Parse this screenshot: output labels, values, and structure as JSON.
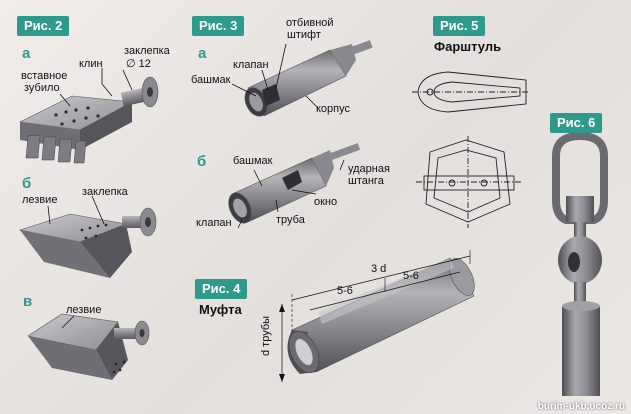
{
  "fig2": {
    "label": "Рис. 2",
    "a": "а",
    "b": "б",
    "v": "в",
    "vstavnoe": "вставное",
    "zubilo": "зубило",
    "klin": "клин",
    "zaklepka": "заклепка",
    "d12": "∅ 12",
    "lezvie_b": "лезвие",
    "zaklepka_b": "заклепка",
    "lezvie_v": "лезвие"
  },
  "fig3": {
    "label": "Рис. 3",
    "a": "а",
    "b": "б",
    "otbivnoy": "отбивной",
    "shtift": "штифт",
    "klapan_a": "клапан",
    "bashmak_a": "башмак",
    "korpus": "корпус",
    "bashmak_b": "башмак",
    "udarnaya": "ударная",
    "shtanga": "штанга",
    "okno": "окно",
    "klapan_b": "клапан",
    "truba": "труба"
  },
  "fig4": {
    "label": "Рис. 4",
    "title": "Муфта",
    "dim_3d": "3 d",
    "dim_56_left": "5-6",
    "dim_56_right": "5-6",
    "d_truby": "d трубы"
  },
  "fig5": {
    "label": "Рис. 5",
    "title": "Фарштуль"
  },
  "fig6": {
    "label": "Рис. 6"
  },
  "watermark": "burim-ukb.ucoz.ru"
}
